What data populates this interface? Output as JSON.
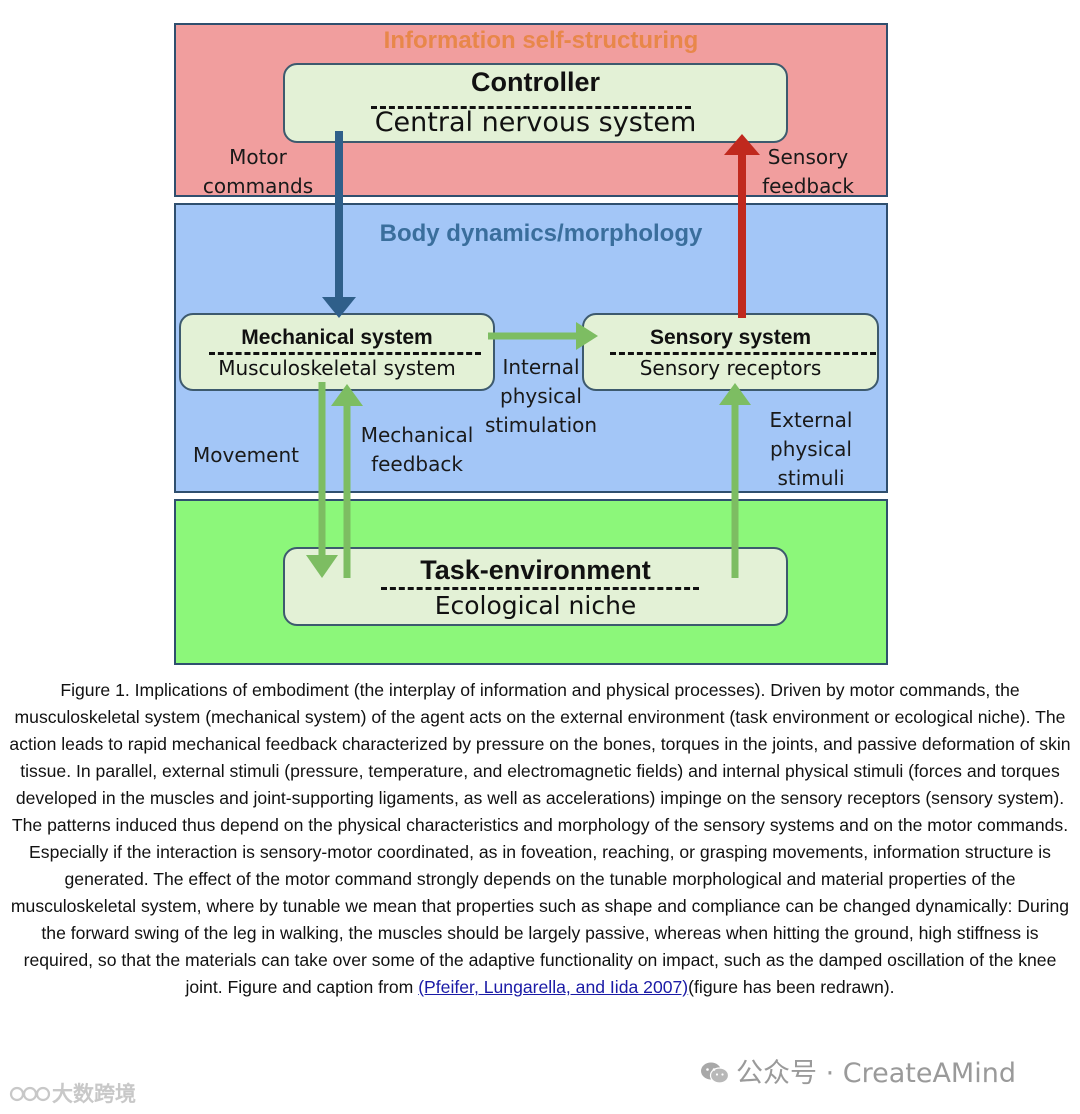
{
  "bands": {
    "info": {
      "title": "Information self-structuring",
      "color": "#f19e9e",
      "title_color": "#e8874a"
    },
    "body": {
      "title": "Body dynamics/morphology",
      "color": "#a3c6f7",
      "title_color": "#3a6e9c"
    },
    "env": {
      "color": "#8cf77a"
    }
  },
  "boxes": {
    "controller": {
      "title": "Controller",
      "subtitle": "Central nervous system"
    },
    "mechanical": {
      "title": "Mechanical system",
      "subtitle": "Musculoskeletal system"
    },
    "sensory": {
      "title": "Sensory system",
      "subtitle": "Sensory receptors"
    },
    "task": {
      "title": "Task-environment",
      "subtitle": "Ecological niche"
    }
  },
  "labels": {
    "motor_commands": [
      "Motor",
      "commands"
    ],
    "sensory_feedback": [
      "Sensory",
      "feedback"
    ],
    "internal_stimulation": [
      "Internal",
      "physical",
      "stimulation"
    ],
    "movement": "Movement",
    "mechanical_feedback": [
      "Mechanical",
      "feedback"
    ],
    "external_stimuli": [
      "External",
      "physical",
      "stimuli"
    ]
  },
  "arrow_colors": {
    "motor": "#2f5f8a",
    "sensory_feedback": "#c0291e",
    "physical": "#7dbd62"
  },
  "caption": {
    "text": "Figure 1. Implications of embodiment (the interplay of information and physical processes). Driven by motor commands, the musculoskeletal system (mechanical system) of the agent acts on the external environment (task environment or ecological niche). The action leads to rapid mechanical feedback characterized by pressure on the bones, torques in the joints, and passive deformation of skin tissue. In parallel, external stimuli (pressure, temperature, and electromagnetic fields) and internal physical stimuli (forces and torques developed in the muscles and joint-supporting ligaments, as well as accelerations) impinge on the sensory receptors (sensory system). The patterns induced thus depend on the physical characteristics and morphology of the sensory systems and on the motor commands. Especially if the interaction is sensory-motor coordinated, as in foveation, reaching, or grasping movements, information structure is generated. The effect of the motor command strongly depends on the tunable morphological and material properties of the musculoskeletal system, where by tunable we mean that properties such as shape and compliance can be changed dynamically: During the forward swing of the leg in walking, the muscles should be largely passive, whereas when hitting the ground, high stiffness is required, so that the materials can take over some of the adaptive functionality on impact, such as the damped oscillation of the knee joint.  Figure and caption from ",
    "link_text": "(Pfeifer, Lungarella, and Iida 2007)",
    "tail": "(figure has been redrawn)."
  },
  "watermarks": {
    "right": "公众号 · CreateAMind",
    "left": "大数跨境"
  }
}
